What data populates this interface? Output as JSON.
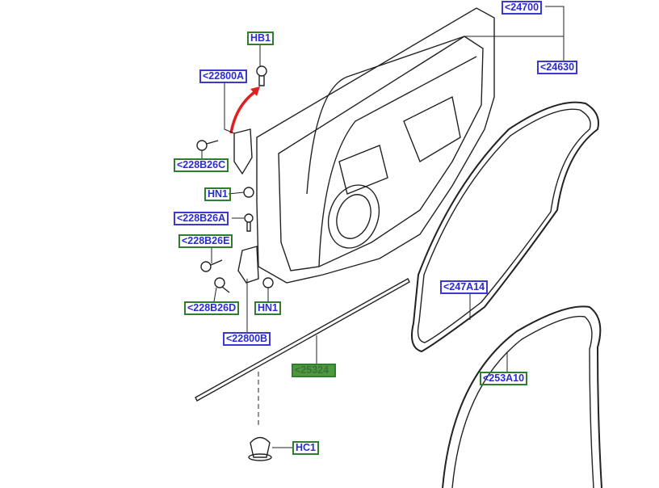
{
  "labels": {
    "l24700": "<24700",
    "l24630": "<24630",
    "hb1": "HB1",
    "l22800a": "<22800A",
    "l228b26c": "<228B26C",
    "hn1_top": "HN1",
    "l228b26a": "<228B26A",
    "l228b26e": "<228B26E",
    "l228b26d": "<228B26D",
    "hn1_bottom": "HN1",
    "l22800b": "<22800B",
    "l25324": "<25324",
    "l247a14": "<247A14",
    "l253a10": "<253A10",
    "hc1": "HC1"
  },
  "colors": {
    "blue_box": "#3a3ad0",
    "green_box": "#2f7d2f",
    "label_text": "#2b2bd6",
    "highlight_arrow": "#e02020"
  }
}
